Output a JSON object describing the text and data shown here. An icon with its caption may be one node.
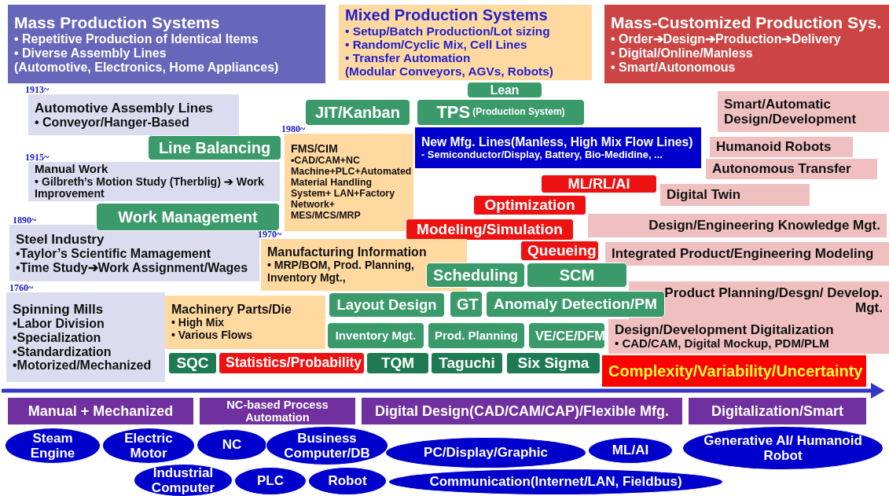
{
  "diagram": {
    "nodes": [
      {
        "text": [
          "Mass Production Systems",
          "• Repetitive Production of Identical Items",
          "• Diverse Assembly Lines",
          "(Automotive, Electronics, Home Appliances)"
        ]
      },
      {
        "text": [
          "Mixed Production Systems",
          "• Setup/Batch Production/Lot sizing",
          "• Random/Cyclic Mix, Cell Lines",
          "• Transfer Automation",
          "(Modular Conveyors, AGVs, Robots)"
        ]
      },
      {
        "text": [
          "Mass-Customized Production Sys.",
          "• Order➔Design➔Production➔Delivery",
          "• Digital/Online/Manless",
          "• Smart/Autonomous"
        ]
      },
      {
        "text": [
          "Automotive Assembly Lines",
          "• Conveyor/Hanger-Based"
        ],
        "beside": [
          "1913~"
        ]
      },
      {
        "text": [
          "Manual Work",
          "• Gilbreth’s Motion Study (Therblig) ➔ Work Improvement"
        ],
        "beside": [
          "1915~"
        ]
      },
      {
        "text": [
          "Steel Industry",
          "•Taylor’s Scientific Mamagement",
          "•Time Study➔Work Assignment/Wages"
        ],
        "beside": [
          "1890~"
        ]
      },
      {
        "text": [
          "Spinning Mills",
          "•Labor Division",
          "•Specialization",
          "•Standardization",
          "•Motorized/Mechanized"
        ],
        "beside": [
          "1760~"
        ]
      },
      {
        "text": [
          "Line Balancing"
        ]
      },
      {
        "text": [
          "Work Management"
        ]
      },
      {
        "text": [
          "JIT/Kanban"
        ]
      },
      {
        "text": [
          "TPS",
          "(Production System)"
        ]
      },
      {
        "text": [
          "Lean"
        ]
      },
      {
        "text": [
          "FMS/CIM",
          "•CAD/CAM+NC Machine+PLC+Automated Material Handling System+ LAN+Factory Network+ MES/MCS/MRP"
        ],
        "beside": [
          "1980~"
        ]
      },
      {
        "text": [
          "New Mfg. Lines(Manless, High Mix Flow Lines)",
          "- Semiconductor/Display, Battery, Bio-Medidine, ..."
        ]
      },
      {
        "text": [
          "Smart/Automatic Design/Development"
        ]
      },
      {
        "text": [
          "Humanoid Robots"
        ]
      },
      {
        "text": [
          "Autonomous Transfer"
        ]
      },
      {
        "text": [
          "ML/RL/AI"
        ]
      },
      {
        "text": [
          "Digital Twin"
        ]
      },
      {
        "text": [
          "Optimization"
        ]
      },
      {
        "text": [
          "Design/Engineering Knowledge Mgt."
        ]
      },
      {
        "text": [
          "Modeling/Simulation"
        ]
      },
      {
        "text": [
          "Manufacturing Information",
          "• MRP/BOM, Prod. Planning, Inventory Mgt.,"
        ],
        "beside": [
          "1970~"
        ]
      },
      {
        "text": [
          "Queueing"
        ]
      },
      {
        "text": [
          "Integrated Product/Engineering Modeling"
        ]
      },
      {
        "text": [
          "Scheduling"
        ]
      },
      {
        "text": [
          "SCM"
        ]
      },
      {
        "text": [
          "Product Planning/Desgn/ Develop. Mgt."
        ]
      },
      {
        "text": [
          "Machinery Parts/Die",
          "• High Mix",
          "• Various Flows"
        ]
      },
      {
        "text": [
          "Layout Design"
        ]
      },
      {
        "text": [
          "GT"
        ]
      },
      {
        "text": [
          "Anomaly Detection/PM"
        ]
      },
      {
        "text": [
          "Inventory Mgt."
        ]
      },
      {
        "text": [
          "Prod. Planning"
        ]
      },
      {
        "text": [
          "VE/CE/DFM"
        ]
      },
      {
        "text": [
          "Design/Development Digitalization",
          "• CAD/CAM, Digital Mockup, PDM/PLM"
        ]
      },
      {
        "text": [
          "SQC"
        ]
      },
      {
        "text": [
          "Statistics/Probability"
        ]
      },
      {
        "text": [
          "TQM"
        ]
      },
      {
        "text": [
          "Taguchi"
        ]
      },
      {
        "text": [
          "Six Sigma"
        ]
      },
      {
        "text": [
          "Complexity/Variability/Uncertainty"
        ]
      },
      {
        "text": [
          "Manual + Mechanized"
        ]
      },
      {
        "text": [
          "NC-based Process Automation"
        ]
      },
      {
        "text": [
          "Digital Design(CAD/CAM/CAP)/Flexible Mfg."
        ]
      },
      {
        "text": [
          "Digitalization/Smart"
        ]
      },
      {
        "text": [
          "Steam Engine"
        ]
      },
      {
        "text": [
          "Electric Motor"
        ]
      },
      {
        "text": [
          "NC"
        ]
      },
      {
        "text": [
          "Business Computer/DB"
        ]
      },
      {
        "text": [
          "PC/Display/Graphic"
        ]
      },
      {
        "text": [
          "ML/AI"
        ]
      },
      {
        "text": [
          "Generative AI/ Humanoid Robot"
        ]
      },
      {
        "text": [
          "Industrial Computer"
        ]
      },
      {
        "text": [
          "PLC"
        ]
      },
      {
        "text": [
          "Robot"
        ]
      },
      {
        "text": [
          "Communication(Internet/LAN, Fieldbus)"
        ]
      }
    ]
  }
}
